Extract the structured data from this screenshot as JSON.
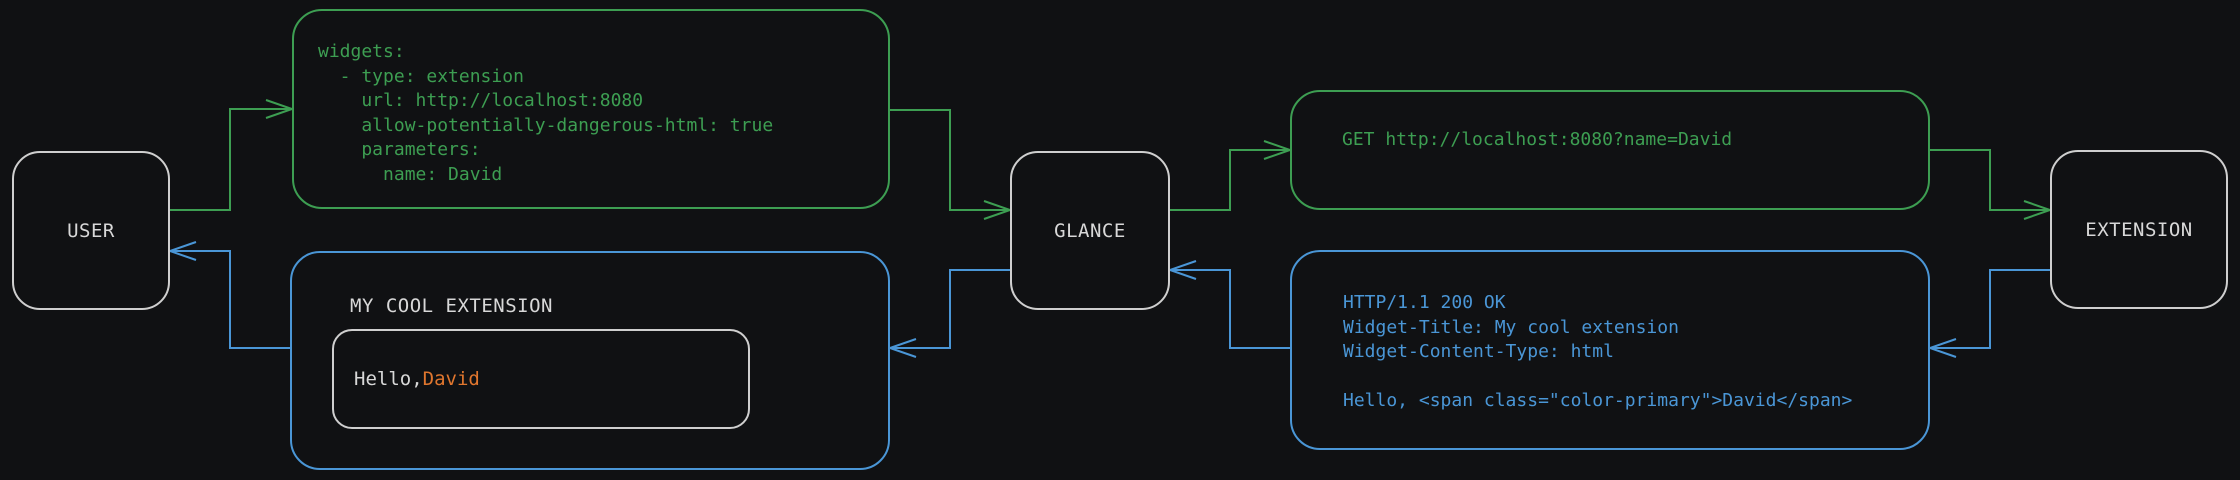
{
  "colors": {
    "background": "#101113",
    "node_border": "#CFCFCF",
    "node_text": "#D8D8D8",
    "green": "#3D9E52",
    "blue": "#4A96D6",
    "orange": "#E0762E"
  },
  "nodes": {
    "user": {
      "label": "USER"
    },
    "glance": {
      "label": "GLANCE"
    },
    "extension": {
      "label": "EXTENSION"
    }
  },
  "config_box": {
    "lines": [
      "widgets:",
      "  - type: extension",
      "    url: http://localhost:8080",
      "    allow-potentially-dangerous-html: true",
      "    parameters:",
      "      name: David"
    ]
  },
  "request_box": {
    "lines": [
      "GET http://localhost:8080?name=David"
    ]
  },
  "response_box": {
    "lines": [
      "HTTP/1.1 200 OK",
      "Widget-Title: My cool extension",
      "Widget-Content-Type: html",
      "",
      "Hello, <span class=\"color-primary\">David</span>"
    ]
  },
  "widget_preview": {
    "title": "MY COOL EXTENSION",
    "greeting_prefix": "Hello, ",
    "greeting_name": "David"
  }
}
